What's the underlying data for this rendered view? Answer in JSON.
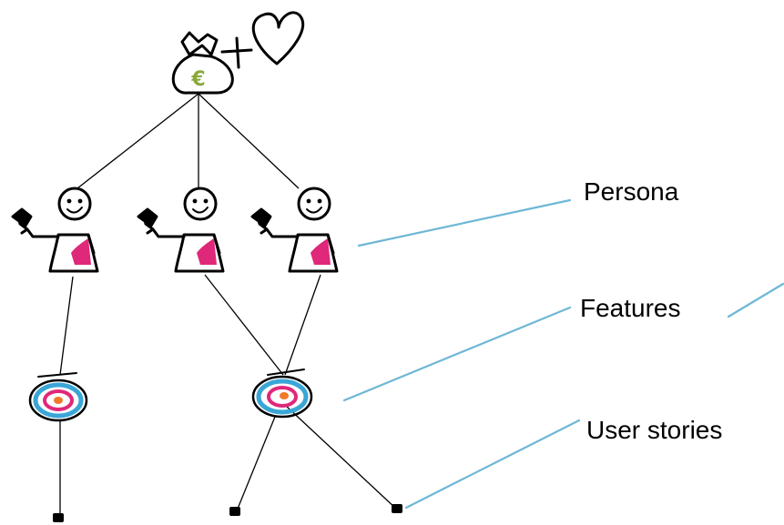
{
  "labels": {
    "persona": "Persona",
    "features": "Features",
    "user_stories": "User stories"
  },
  "icons": {
    "top": [
      "money-bag-icon",
      "plus-icon",
      "heart-icon"
    ],
    "persona": "person-icon",
    "feature": "target-icon",
    "user_story": "square-node-icon"
  },
  "colors": {
    "euro": "#8aa83a",
    "persona_shirt": "#e0287a",
    "target_blue": "#3aa6d6",
    "target_pink": "#e0287a",
    "target_orange": "#f07a2a",
    "callout_line": "#6fb7d6"
  },
  "top_node": {
    "currency_symbol": "€"
  }
}
